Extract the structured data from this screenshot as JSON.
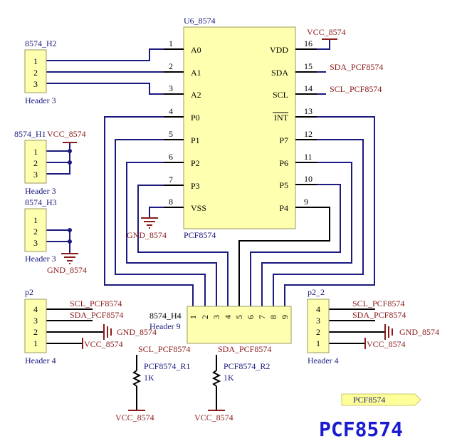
{
  "u6": {
    "designator": "U6_8574",
    "part": "PCF8574",
    "left_pins": [
      {
        "num": "1",
        "name": "A0"
      },
      {
        "num": "2",
        "name": "A1"
      },
      {
        "num": "3",
        "name": "A2"
      },
      {
        "num": "4",
        "name": "P0"
      },
      {
        "num": "5",
        "name": "P1"
      },
      {
        "num": "6",
        "name": "P2"
      },
      {
        "num": "7",
        "name": "P3"
      },
      {
        "num": "8",
        "name": "VSS"
      }
    ],
    "right_pins": [
      {
        "num": "16",
        "name": "VDD"
      },
      {
        "num": "15",
        "name": "SDA"
      },
      {
        "num": "14",
        "name": "SCL"
      },
      {
        "num": "13",
        "name": "INT"
      },
      {
        "num": "12",
        "name": "P7"
      },
      {
        "num": "11",
        "name": "P6"
      },
      {
        "num": "10",
        "name": "P5"
      },
      {
        "num": "9",
        "name": "P4"
      }
    ]
  },
  "nets": {
    "vcc": "VCC_8574",
    "gnd": "GND_8574",
    "sda": "SDA_PCF8574",
    "scl": "SCL_PCF8574"
  },
  "h2": {
    "designator": "8574_H2",
    "type": "Header 3",
    "pins": [
      "1",
      "2",
      "3"
    ]
  },
  "h1": {
    "designator": "8574_H1",
    "type": "Header 3",
    "pins": [
      "1",
      "2",
      "3"
    ]
  },
  "h3": {
    "designator": "8574_H3",
    "type": "Header 3",
    "pins": [
      "1",
      "2",
      "3"
    ]
  },
  "h4": {
    "designator": "8574_H4",
    "type": "Header 9",
    "pins": [
      "1",
      "2",
      "3",
      "4",
      "5",
      "6",
      "7",
      "8",
      "9"
    ]
  },
  "p2": {
    "designator": "p2",
    "type": "Header 4",
    "pins": [
      "4",
      "3",
      "2",
      "1"
    ]
  },
  "p2_2": {
    "designator": "p2_2",
    "type": "Header 4",
    "pins": [
      "4",
      "3",
      "2",
      "1"
    ]
  },
  "r1": {
    "designator": "PCF8574_R1",
    "value": "1K"
  },
  "r2": {
    "designator": "PCF8574_R2",
    "value": "1K"
  },
  "port_label": "PCF8574",
  "footer_title": "PCF8574"
}
